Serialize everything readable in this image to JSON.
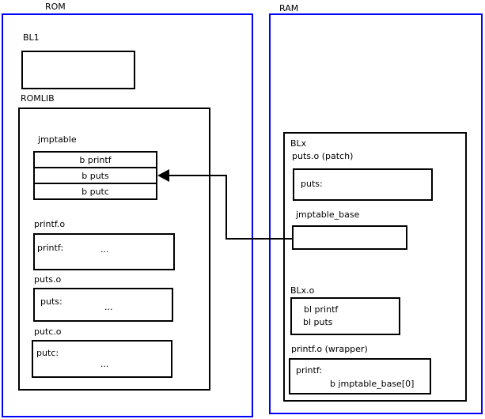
{
  "rom": {
    "label": "ROM",
    "bl1_label": "BL1",
    "romlib_label": "ROMLIB",
    "jmptable": {
      "label": "jmptable",
      "rows": [
        "b printf",
        "b puts",
        "b putc"
      ]
    },
    "objects": [
      {
        "label": "printf.o",
        "symbol": "printf:",
        "body": "..."
      },
      {
        "label": "puts.o",
        "symbol": "puts:",
        "body": "..."
      },
      {
        "label": "putc.o",
        "symbol": "putc:",
        "body": "..."
      }
    ]
  },
  "ram": {
    "label": "RAM",
    "blx_label": "BLx",
    "puts_patch": {
      "label": "puts.o (patch)",
      "symbol": "puts:"
    },
    "jmptable_base_label": "jmptable_base",
    "blx_o": {
      "label": "BLx.o",
      "lines": [
        "bl printf",
        "bl puts"
      ]
    },
    "printf_wrapper": {
      "label": "printf.o (wrapper)",
      "symbol": "printf:",
      "body": "b jmptable_base[0]"
    }
  },
  "colors": {
    "region_border": "#0000ff",
    "box_border": "#000000",
    "background": "#ffffff",
    "text": "#000000"
  }
}
